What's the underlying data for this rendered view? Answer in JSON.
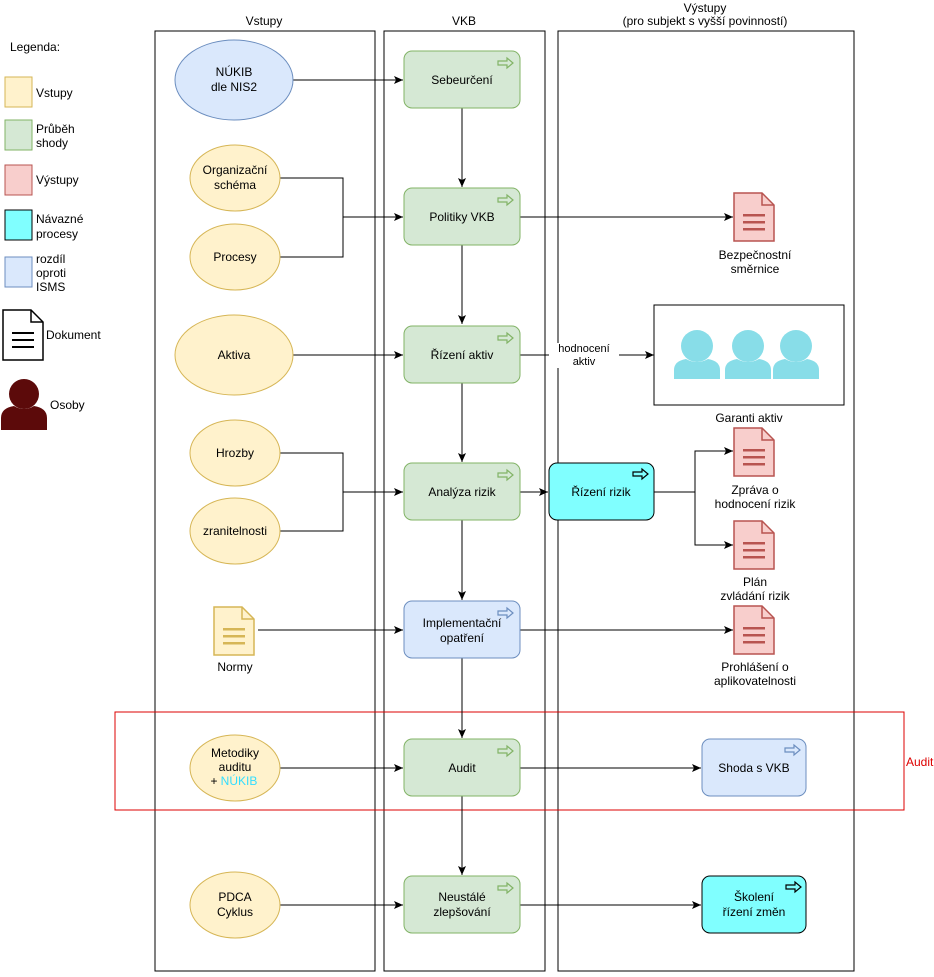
{
  "legend": {
    "title": "Legenda:",
    "inputs": "Vstupy",
    "compliance_1": "Průběh",
    "compliance_2": "shody",
    "outputs": "Výstupy",
    "followup_1": "Návazné",
    "followup_2": "procesy",
    "diff_1": "rozdíl",
    "diff_2": "oproti",
    "diff_3": "ISMS",
    "document": "Dokument",
    "persons": "Osoby"
  },
  "columns": {
    "inputs": "Vstupy",
    "vkb": "VKB",
    "outputs_1": "Výstupy",
    "outputs_2": "(pro subjekt s vyšší povinností)"
  },
  "inputs": {
    "nukib_1": "NÚKIB",
    "nukib_2": "dle NIS2",
    "org_1": "Organizační",
    "org_2": "schéma",
    "processes": "Procesy",
    "assets": "Aktiva",
    "threats": "Hrozby",
    "vulnerabilities": "zranitelnosti",
    "norms": "Normy",
    "audit_methods_1": "Metodiky",
    "audit_methods_2": "auditu",
    "audit_methods_plus": "+",
    "audit_methods_nukib": "NÚKIB",
    "pdca_1": "PDCA",
    "pdca_2": "Cyklus"
  },
  "vkb": {
    "self": "Sebeurčení",
    "policies": "Politiky VKB",
    "assets": "Řízení aktiv",
    "risk": "Analýza rizik",
    "impl_1": "Implementační",
    "impl_2": "opatření",
    "audit": "Audit",
    "improve_1": "Neustálé",
    "improve_2": "zlepšování"
  },
  "outputs": {
    "directive_1": "Bezpečnostní",
    "directive_2": "směrnice",
    "asset_eval_1": "hodnocení",
    "asset_eval_2": "aktiv",
    "asset_owners": "Garanti aktiv",
    "risk_mgmt": "Řízení rizik",
    "risk_report_1": "Zpráva o",
    "risk_report_2": "hodnocení rizik",
    "risk_plan_1": "Plán",
    "risk_plan_2": "zvládání rizik",
    "soa_1": "Prohlášení o",
    "soa_2": "aplikovatelnosti",
    "vkb_compliance": "Shoda s VKB",
    "training_1": "Školení",
    "training_2": "řízení změn"
  },
  "audit_frame_label": "Audit",
  "colors": {
    "input_fill": "#fff2cc",
    "input_stroke": "#d6b656",
    "process_fill": "#d5e8d4",
    "process_stroke": "#82b366",
    "output_fill": "#f8cecc",
    "output_stroke": "#b85450",
    "followup_fill": "#80ffff",
    "diff_fill": "#dae8fc",
    "diff_stroke": "#6c8ebf",
    "person_fill": "#5c0a0a",
    "owner_fill": "#88dde8",
    "audit_red": "#dd0000",
    "nukib_cyan": "#33ddff"
  },
  "icons": [
    "document-icon",
    "person-icon",
    "arrow-right-icon"
  ]
}
